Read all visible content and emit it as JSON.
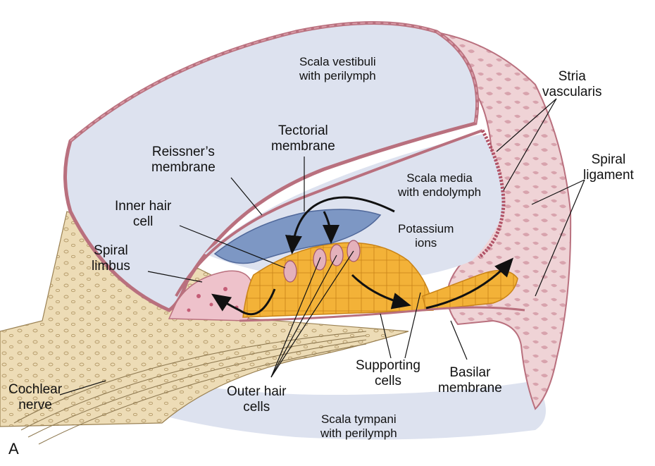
{
  "panel_letter": "A",
  "labels": {
    "scala_vestibuli": [
      "Scala vestibuli",
      "with perilymph"
    ],
    "stria_vascularis": [
      "Stria",
      "vascularis"
    ],
    "tectorial_membrane": [
      "Tectorial",
      "membrane"
    ],
    "reissners_membrane": [
      "Reissner’s",
      "membrane"
    ],
    "scala_media": [
      "Scala media",
      "with endolymph"
    ],
    "spiral_ligament": [
      "Spiral",
      "ligament"
    ],
    "inner_hair_cell": [
      "Inner hair",
      "cell"
    ],
    "potassium_ions": [
      "Potassium",
      "ions"
    ],
    "spiral_limbus": [
      "Spiral",
      "limbus"
    ],
    "supporting_cells": [
      "Supporting",
      "cells"
    ],
    "basilar_membrane": [
      "Basilar",
      "membrane"
    ],
    "cochlear_nerve": [
      "Cochlear",
      "nerve"
    ],
    "outer_hair_cells": [
      "Outer hair",
      "cells"
    ],
    "scala_tympani": [
      "Scala tympani",
      "with perilymph"
    ]
  },
  "colors": {
    "fluid": "#dde2ef",
    "membrane_wall": "#b9707e",
    "wall_cells": "#d79aa6",
    "ligament": "#eccfd3",
    "tectorial": "#7d97c4",
    "organ_cells": "#f3b238",
    "bone": "#eddcb6",
    "arrow": "#111111"
  }
}
